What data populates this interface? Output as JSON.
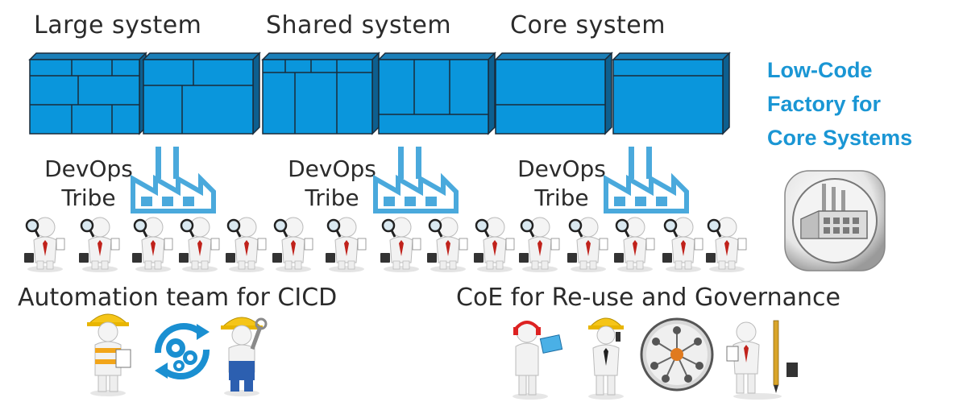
{
  "systems": {
    "large": "Large system",
    "shared": "Shared system",
    "core": "Core system"
  },
  "lowcode": [
    "Low-Code",
    "Factory for",
    "Core Systems"
  ],
  "tribes": [
    {
      "line1": "DevOps",
      "line2": "Tribe"
    },
    {
      "line1": "DevOps",
      "line2": "Tribe"
    },
    {
      "line1": "DevOps",
      "line2": "Tribe"
    }
  ],
  "bottom": {
    "automation": "Automation team for CICD",
    "coe": "CoE for Re-use and Governance"
  },
  "colors": {
    "block": "#0a96dc",
    "block_top": "#1b7fb8",
    "block_side": "#0d5f8f",
    "factory": "#4aa9dc",
    "lowcode_text": "#1a96d4"
  },
  "icons": {
    "factory": "factory-icon",
    "person": "person-with-magnifier-icon",
    "gears": "gears-cycle-icon",
    "worker": "construction-worker-icon",
    "network": "people-network-icon",
    "factory_badge": "factory-badge-icon"
  }
}
